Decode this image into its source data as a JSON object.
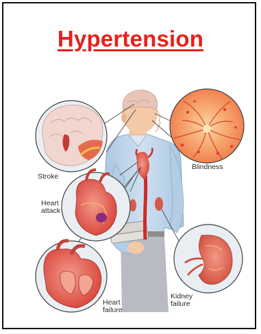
{
  "title": "Hypertension",
  "labels": {
    "stroke": "Stroke",
    "blindness": "Blindness",
    "heart_attack_line1": "Heart",
    "heart_attack_line2": "attack",
    "heart_failure_line1": "Heart",
    "heart_failure_line2": "failure",
    "kidney_failure_line1": "Kidney",
    "kidney_failure_line2": "failure"
  },
  "colors": {
    "title": "#e8201a",
    "border": "#111111",
    "shirt": "#b9d3ea",
    "skin": "#f3c9a8",
    "artery": "#cf2a2a",
    "inset_bg": "#e9eef3"
  }
}
